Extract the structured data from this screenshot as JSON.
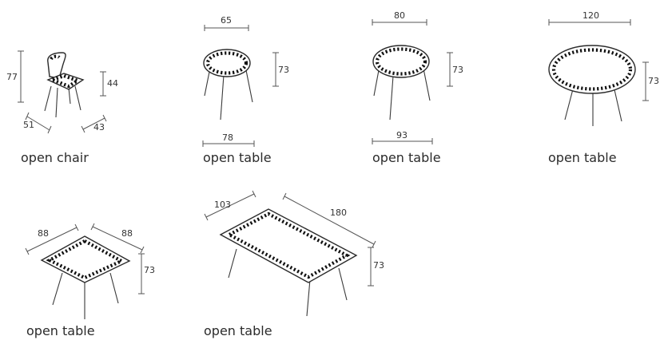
{
  "items": [
    {
      "label": "open chair",
      "dims": [
        "77",
        "44",
        "51",
        "43"
      ]
    },
    {
      "label": "open table",
      "dims": [
        "65",
        "73",
        "78"
      ]
    },
    {
      "label": "open table",
      "dims": [
        "80",
        "73",
        "93"
      ]
    },
    {
      "label": "open table",
      "dims": [
        "120",
        "73"
      ]
    },
    {
      "label": "open table",
      "dims": [
        "88",
        "88",
        "73"
      ]
    },
    {
      "label": "open table",
      "dims": [
        "103",
        "180",
        "73"
      ]
    }
  ]
}
